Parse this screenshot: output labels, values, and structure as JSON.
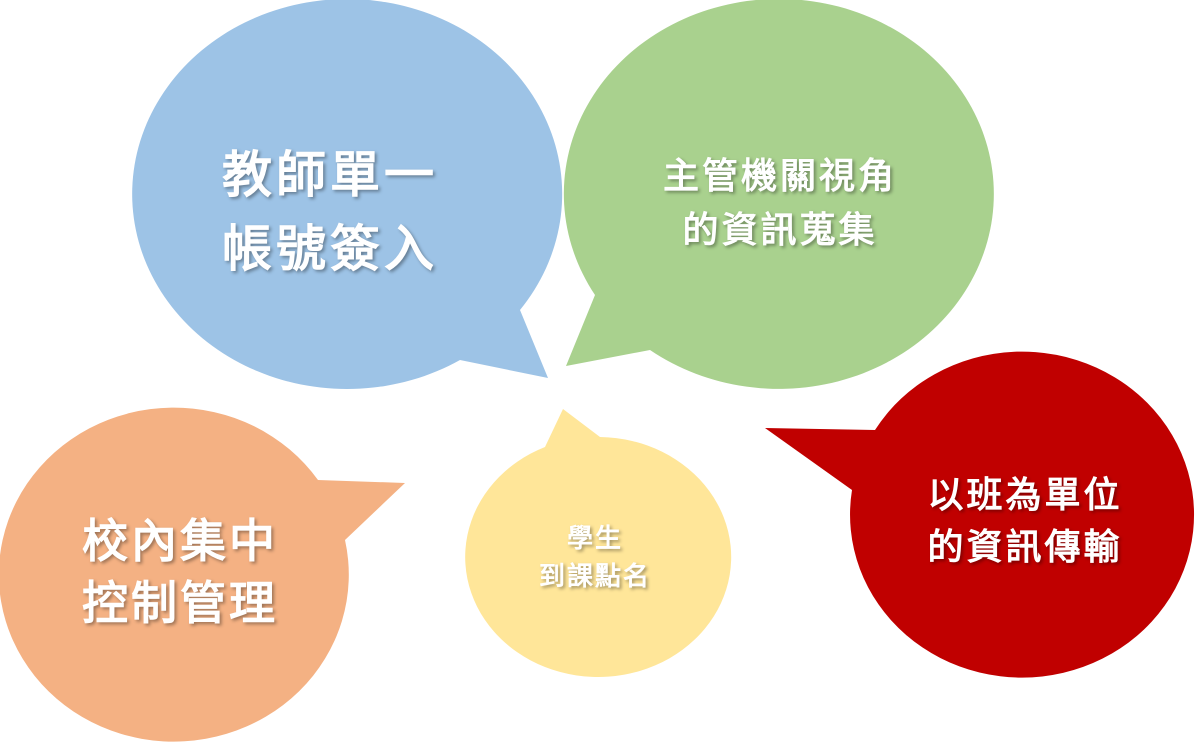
{
  "bubbles": [
    {
      "id": "blue",
      "color": "#9dc3e6",
      "lines": [
        "教師單一",
        "帳號簽入"
      ]
    },
    {
      "id": "green",
      "color": "#a9d18e",
      "lines": [
        "主管機關視角",
        "的資訊蒐集"
      ]
    },
    {
      "id": "orange",
      "color": "#f4b183",
      "lines": [
        "校內集中",
        "控制管理"
      ]
    },
    {
      "id": "yellow",
      "color": "#ffe699",
      "lines": [
        "學生",
        "到課點名"
      ]
    },
    {
      "id": "red",
      "color": "#c00000",
      "lines": [
        "以班為單位",
        "的資訊傳輸"
      ]
    }
  ]
}
